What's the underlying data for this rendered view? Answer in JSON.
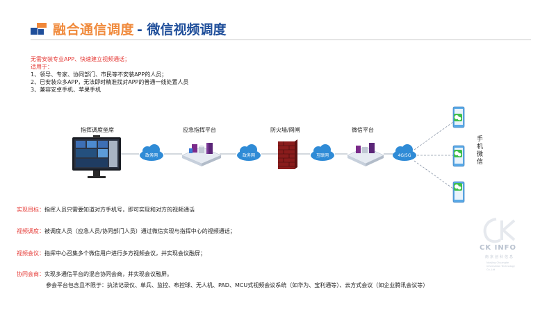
{
  "title": {
    "part1": "融合通信调度",
    "part2": "- 微信视频调度"
  },
  "intro": {
    "line1": "无需安装专业APP、快速建立视频通话；",
    "line2": "适用于：",
    "items": [
      "1、领导、专家、协同部门、市民等不安装APP的人员；",
      "2、已安装众多APP，无法即时精准找对APP的普通一线处置人员",
      "3、兼容安卓手机、苹果手机"
    ]
  },
  "diagram": {
    "labels": {
      "command_seat": "指挥调度坐席",
      "emergency_platform": "应急指挥平台",
      "firewall": "防火墙/网闸",
      "wechat_platform": "微信平台"
    },
    "clouds": {
      "gov_net_1": "政务网",
      "gov_net_2": "政务网",
      "internet": "互联网",
      "mobile": "4G/5G"
    },
    "side_text": "手机微信",
    "colors": {
      "cloud": "#2f8bd6",
      "wechat": "#3fbf4a",
      "firewall": "#8a1c1c"
    }
  },
  "sections": [
    {
      "label": "实现目标：",
      "text": "指挥人员只需要知道对方手机号，即可实现和对方的视频通话"
    },
    {
      "label": "视频调度：",
      "text": "被调度人员（应急人员/协同部门人员）通过微信实现与指挥中心的视频通话；"
    },
    {
      "label": "视频会议：",
      "text": "指挥中心召集多个微信用户进行多方视频会议，并实现会议融屏；"
    },
    {
      "label": "协同会商：",
      "text": "实现多通信平台的混合协同会商，并实现会议融屏。"
    }
  ],
  "sub_text": "参会平台包含且不限于：执法记录仪、单兵、监控、布控球、无人机、PAD、MCU式视频会议系统（如华为、宝利通等）、云方式会议（如企业腾讯会议等）",
  "watermark": {
    "brand": "CK INFO",
    "cn": "南京创科信息",
    "en": "Nanjing Chuangke Information Technology Co.,Ltd"
  }
}
